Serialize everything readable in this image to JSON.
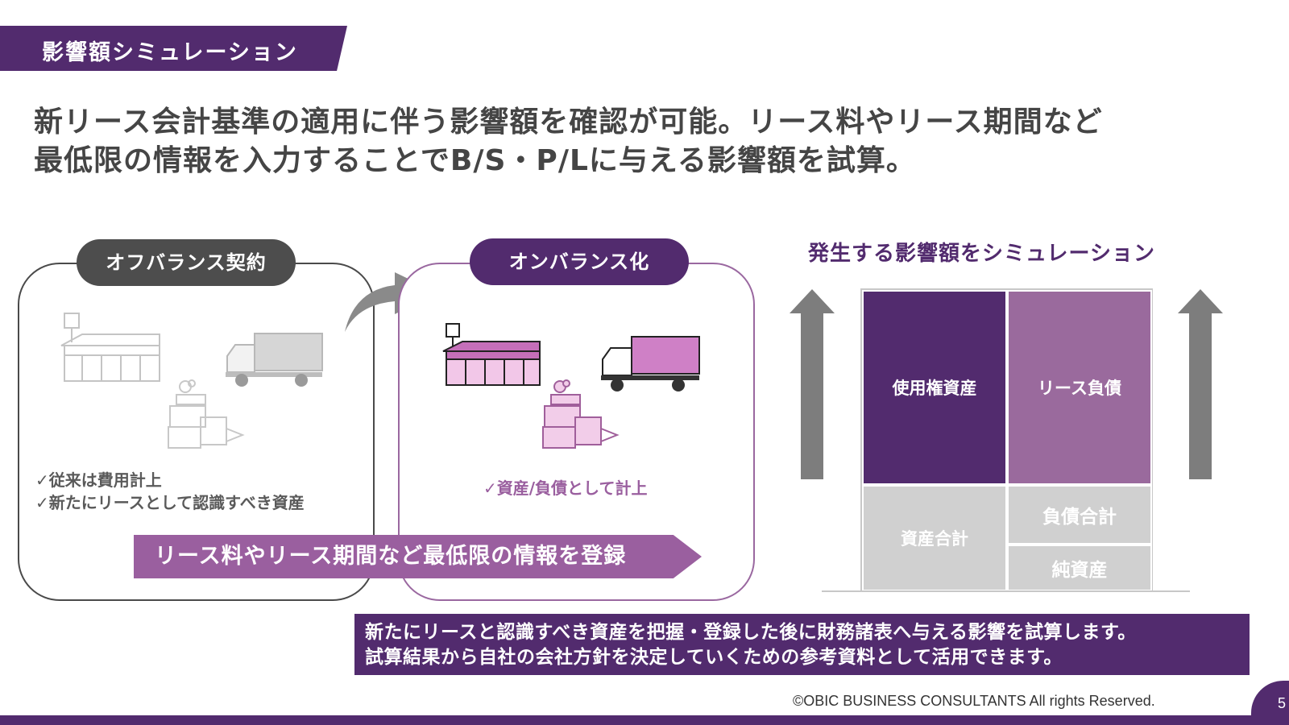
{
  "slide": {
    "section_title": "影響額シミュレーション",
    "headline": [
      "新リース会計基準の適用に伴う影響額を確認が可能。リース料やリース期間など",
      "最低限の情報を入力することでB/S・P/Lに与える影響額を試算。"
    ]
  },
  "off_balance": {
    "label": "オフバランス契約",
    "checks": [
      "✓従来は費用計上",
      "✓新たにリースとして認識すべき資産"
    ]
  },
  "on_balance": {
    "label": "オンバランス化",
    "checks": [
      "✓資産/負債として計上"
    ]
  },
  "register_banner": "リース料やリース期間など最低限の情報を登録",
  "simulation": {
    "title": "発生する影響額をシミュレーション",
    "blocks": {
      "right_of_use_asset": "使用権資産",
      "lease_liability": "リース負債",
      "total_assets": "資産合計",
      "total_liabilities": "負債合計",
      "net_assets": "純資産"
    }
  },
  "bottom_note": [
    "新たにリースと認識すべき資産を把握・登録した後に財務諸表へ与える影響を試算します。",
    "試算結果から自社の会社方針を決定していくための参考資料として活用できます。"
  ],
  "footer": {
    "copyright": "©OBIC BUSINESS CONSULTANTS All rights Reserved.",
    "page": "5"
  },
  "colors": {
    "primary": "#522b6e",
    "secondary": "#9a5f9f",
    "gray": "#4d4d4d",
    "light_gray": "#d0d0d0"
  },
  "icons": [
    "store-icon",
    "truck-icon",
    "machine-icon",
    "curved-arrow-icon",
    "up-arrow-icon"
  ]
}
